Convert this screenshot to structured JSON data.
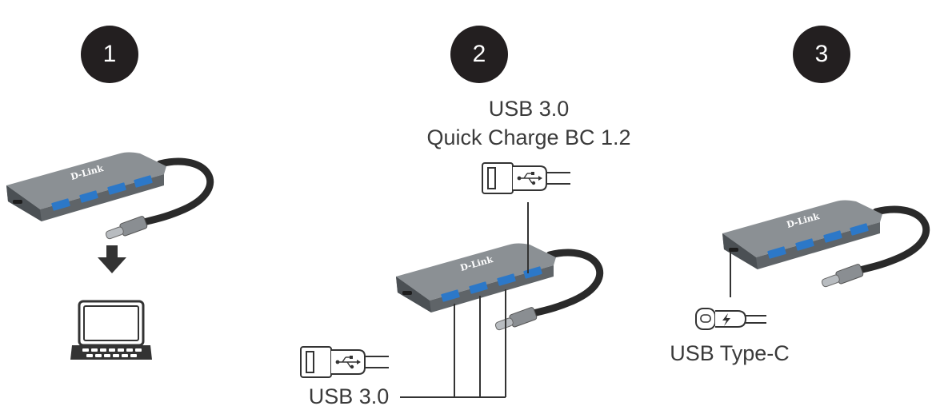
{
  "steps": [
    {
      "number": "1"
    },
    {
      "number": "2"
    },
    {
      "number": "3"
    }
  ],
  "hub": {
    "brand_logo": "D-Link",
    "ports_usb_a": 4,
    "port_usb_c": 1
  },
  "step2": {
    "top_label_line1": "USB 3.0",
    "top_label_line2": "Quick Charge BC 1.2",
    "bottom_label": "USB 3.0"
  },
  "step3": {
    "label": "USB Type-C"
  },
  "icons": [
    "down-arrow-icon",
    "laptop-icon",
    "usb-a-plug-icon",
    "usb-c-plug-icon",
    "charge-bolt-icon"
  ],
  "colors": {
    "badge": "#231f20",
    "hub_body": "#707478",
    "port_blue": "#2c78c8",
    "line": "#333333"
  }
}
